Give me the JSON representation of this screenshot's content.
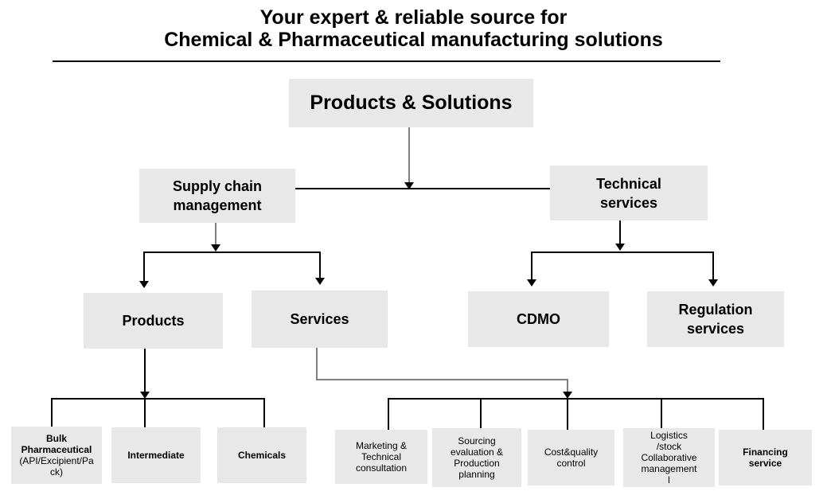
{
  "title": {
    "line1": "Your expert & reliable source for",
    "line2": "Chemical & Pharmaceutical manufacturing solutions",
    "full": "Your expert & reliable source for\nChemical & Pharmaceutical manufacturing solutions"
  },
  "colors": {
    "background": "#ffffff",
    "node_fill": "#e8e8e8",
    "text": "#000000",
    "connector_black": "#000000",
    "connector_gray": "#7f7f7f"
  },
  "diagram": {
    "type": "org-chart",
    "nodes": {
      "products_solutions": "Products & Solutions",
      "supply_chain": "Supply chain\nmanagement",
      "technical_services": "Technical\nservices",
      "products": "Products",
      "services": "Services",
      "cdmo": "CDMO",
      "regulation_services": "Regulation\nservices",
      "bulk_pharmaceutical_title": "Bulk\nPharmaceutical",
      "bulk_pharmaceutical_detail": "(API/Excipient/Pa\nck)",
      "intermediate": "Intermediate",
      "chemicals": "Chemicals",
      "marketing_consultation": "Marketing &\nTechnical\nconsultation",
      "sourcing_planning": "Sourcing\nevaluation &\nProduction\nplanning",
      "cost_quality_control": "Cost&quality\ncontrol",
      "logistics_management": "Logistics\n/stock\nCollaborative\nmanagement\nl",
      "financing_service": "Financing\nservice"
    },
    "hierarchy": {
      "Products & Solutions": {
        "Supply chain management": {
          "Products": [
            "Bulk Pharmaceutical (API/Excipient/Pack)",
            "Intermediate",
            "Chemicals"
          ],
          "Services": [
            "Marketing & Technical consultation",
            "Sourcing evaluation & Production planning",
            "Cost&quality control",
            "Logistics /stock Collaborative management l",
            "Financing service"
          ]
        },
        "Technical services": {
          "CDMO": [],
          "Regulation services": []
        }
      }
    }
  }
}
